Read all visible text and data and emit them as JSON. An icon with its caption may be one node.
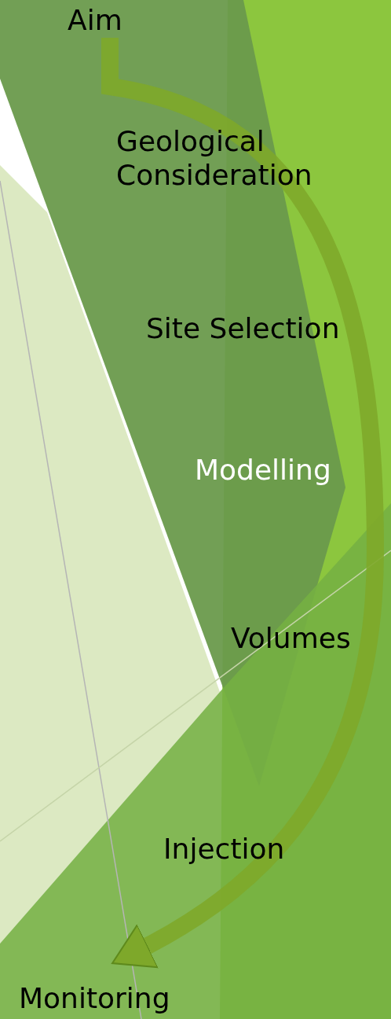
{
  "diagram": {
    "nodes": [
      {
        "text": [
          "Aim"
        ]
      },
      {
        "text": [
          "Monitoring"
        ]
      }
    ],
    "edges": [
      {
        "from": 0,
        "to": 1,
        "arrow": "to"
      }
    ],
    "labels": [
      "Geological Consideration",
      "Site Selection",
      "Modelling",
      "Volumes",
      "Injection"
    ]
  }
}
